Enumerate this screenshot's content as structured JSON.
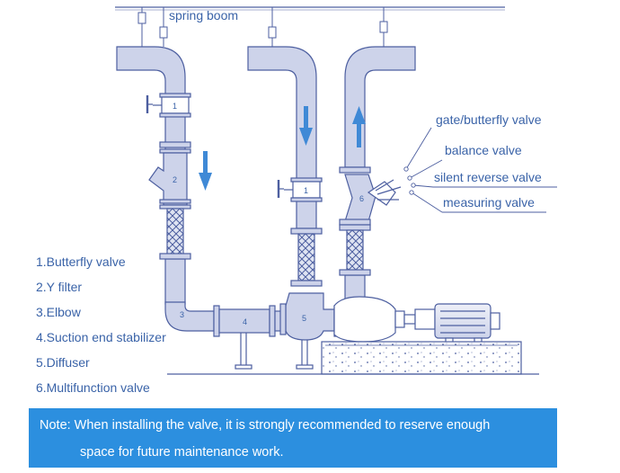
{
  "labels": {
    "spring_boom": "spring boom",
    "gate_butterfly_valve": "gate/butterfly valve",
    "balance_valve": "balance valve",
    "silent_reverse_valve": "silent reverse valve",
    "measuring_valve": "measuring valve"
  },
  "legend": [
    "1.Butterfly valve",
    "2.Y filter",
    "3.Elbow",
    "4.Suction end stabilizer",
    "5.Diffuser",
    "6.Multifunction valve"
  ],
  "component_numbers": {
    "butterfly_valve_left": "1",
    "y_filter": "2",
    "elbow": "3",
    "suction_stabilizer": "4",
    "diffuser": "5",
    "butterfly_valve_middle": "1",
    "multifunction_valve": "6"
  },
  "note": {
    "line1": "Note: When installing the valve, it is strongly recommended to reserve enough",
    "line2": "space for future maintenance work."
  },
  "colors": {
    "pipe_fill": "#cdd3ea",
    "line": "#4d5fa0",
    "label": "#3a63a8",
    "arrow": "#3f89d6",
    "note_bg": "#2c8fdf"
  }
}
